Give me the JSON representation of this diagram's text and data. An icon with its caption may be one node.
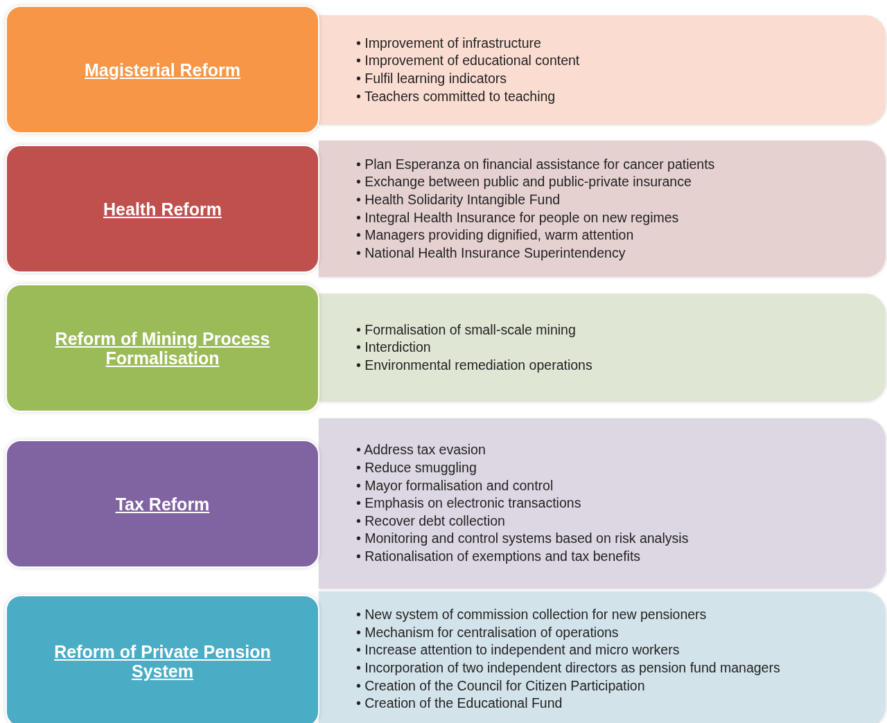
{
  "diagram": {
    "nodes": [
      {
        "text": [
          "Magisterial Reform"
        ]
      },
      {
        "text": [
          "• Improvement of infrastructure",
          "• Improvement of educational content",
          "• Fulfil learning indicators",
          "• Teachers committed to teaching"
        ]
      },
      {
        "text": [
          "Health Reform"
        ]
      },
      {
        "text": [
          "• Plan Esperanza on financial assistance for cancer patients",
          "• Exchange between public and public-private insurance",
          "• Health Solidarity Intangible Fund",
          "• Integral Health Insurance for people on new regimes",
          "• Managers providing dignified, warm attention",
          "• National Health Insurance Superintendency"
        ]
      },
      {
        "text": [
          "Reform of Mining Process Formalisation"
        ]
      },
      {
        "text": [
          "• Formalisation of small-scale mining",
          "• Interdiction",
          "• Environmental remediation operations"
        ]
      },
      {
        "text": [
          "Tax Reform"
        ]
      },
      {
        "text": [
          "• Address tax evasion",
          "• Reduce smuggling",
          "• Mayor formalisation and control",
          "• Emphasis on electronic transactions",
          "• Recover debt collection",
          "• Monitoring and control systems based on risk analysis",
          "• Rationalisation of exemptions and tax benefits"
        ]
      },
      {
        "text": [
          "Reform of Private Pension System"
        ]
      },
      {
        "text": [
          "• New system of commission collection for new pensioners",
          "• Mechanism for centralisation of operations",
          "• Increase attention to independent and micro workers",
          "• Incorporation of two independent directors as pension fund managers",
          "• Creation of the Council for Citizen Participation",
          "• Creation of the Educational Fund"
        ]
      }
    ]
  }
}
